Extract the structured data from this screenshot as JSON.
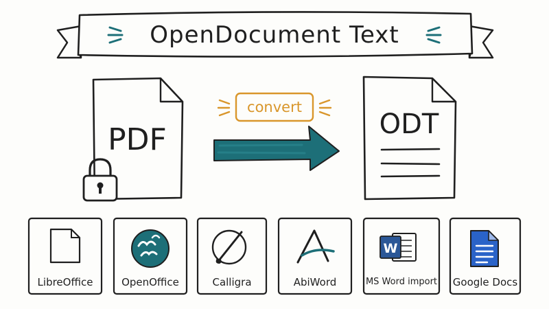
{
  "banner": {
    "title": "OpenDocument Text"
  },
  "source_file": {
    "label": "PDF",
    "icon": "padlock-icon"
  },
  "target_file": {
    "label": "ODT"
  },
  "conversion": {
    "label": "convert"
  },
  "colors": {
    "ink": "#1f1f1f",
    "teal": "#1d6f78",
    "orange": "#d9962b",
    "word_blue": "#2b5797",
    "docs_blue": "#2a63c8",
    "paper": "#fdfdfb"
  },
  "apps": [
    {
      "name": "LibreOffice",
      "icon": "libreoffice-document-icon"
    },
    {
      "name": "OpenOffice",
      "icon": "openoffice-seagull-icon"
    },
    {
      "name": "Calligra",
      "icon": "calligra-brush-icon"
    },
    {
      "name": "AbiWord",
      "icon": "abiword-a-icon"
    },
    {
      "name": "MS Word import",
      "icon": "ms-word-icon"
    },
    {
      "name": "Google Docs",
      "icon": "google-docs-icon"
    }
  ]
}
